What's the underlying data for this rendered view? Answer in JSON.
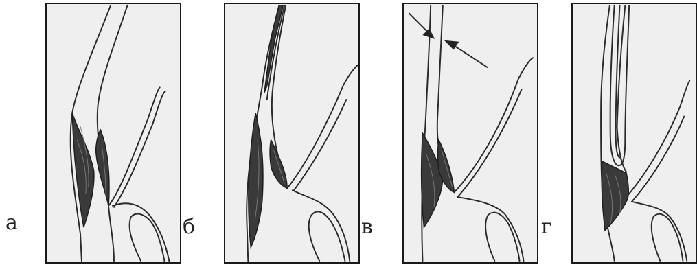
{
  "panels": [
    {
      "label": "а"
    },
    {
      "label": "б"
    },
    {
      "label": "в"
    },
    {
      "label": "г"
    }
  ],
  "colors": {
    "background": "#ffffff",
    "panel": "#efefef",
    "ink": "#2a2a2a",
    "thrombus": "#3a3a3a"
  }
}
